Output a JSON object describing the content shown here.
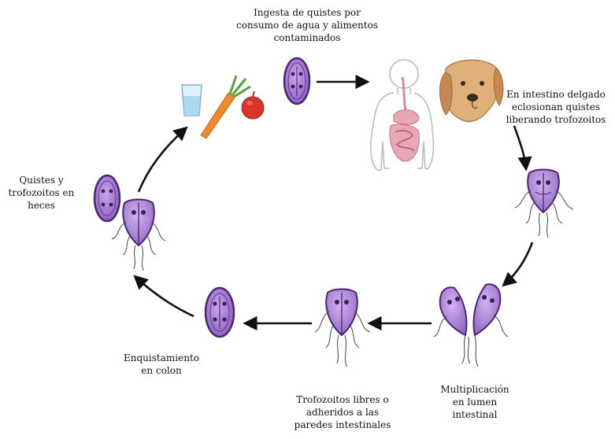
{
  "labels": {
    "ingesta": [
      "Ingesta de quistes por",
      "consumo de agua y alimentos",
      "contaminados"
    ],
    "intestino": [
      "En intestino delgado",
      "eclosionan quistes",
      "liberando trofozoitos"
    ],
    "multiplicacion": [
      "Multiplicación",
      "en lumen",
      "intestinal"
    ],
    "trofozoitos": [
      "Trofozoitos libres o",
      "adheridos a las",
      "paredes intestinales"
    ],
    "enquistamiento": [
      "Enquistamiento",
      "en colon"
    ],
    "quistes": [
      "Quistes y",
      "trofozoitos en",
      "heces"
    ]
  },
  "colors": {
    "parasite_fill": "#a77fd0",
    "parasite_outline": "#4a2770",
    "arrow": "#111111",
    "dog": "#e0b07a",
    "organs": "#e7a8b4"
  }
}
